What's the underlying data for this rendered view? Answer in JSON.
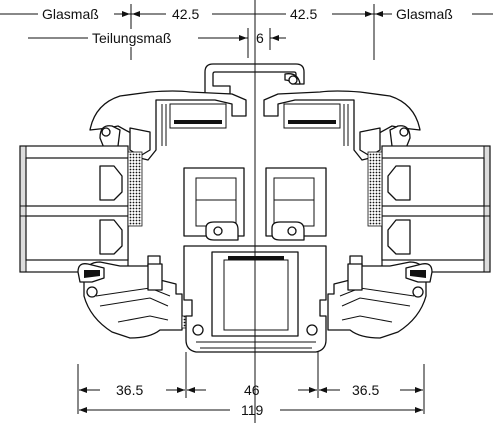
{
  "dimensions": {
    "top_left_glass": "Glasmaß",
    "top_left_half": "42.5",
    "top_right_half": "42.5",
    "top_right_glass": "Glasmaß",
    "pitch": "Teilungsmaß",
    "gap": "6",
    "bottom_left": "36.5",
    "bottom_center": "46",
    "bottom_right": "36.5",
    "bottom_total": "119"
  }
}
